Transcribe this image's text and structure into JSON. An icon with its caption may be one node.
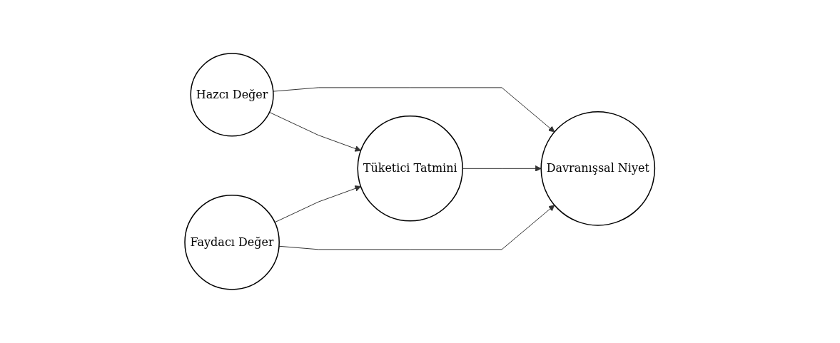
{
  "diagram": {
    "nodes": [
      {
        "text": [
          "Hazcı Değer"
        ]
      },
      {
        "text": [
          "Tüketici Tatmini"
        ]
      },
      {
        "text": [
          "Davranışsal Niyet"
        ]
      },
      {
        "text": [
          "Faydacı Değer"
        ]
      }
    ],
    "edges": [
      {
        "from": 0,
        "to": 2,
        "arrow": "to"
      },
      {
        "from": 0,
        "to": 1,
        "arrow": "to"
      },
      {
        "from": 1,
        "to": 2,
        "arrow": "to"
      },
      {
        "from": 3,
        "to": 1,
        "arrow": "to"
      },
      {
        "from": 3,
        "to": 2,
        "arrow": "to"
      }
    ]
  }
}
